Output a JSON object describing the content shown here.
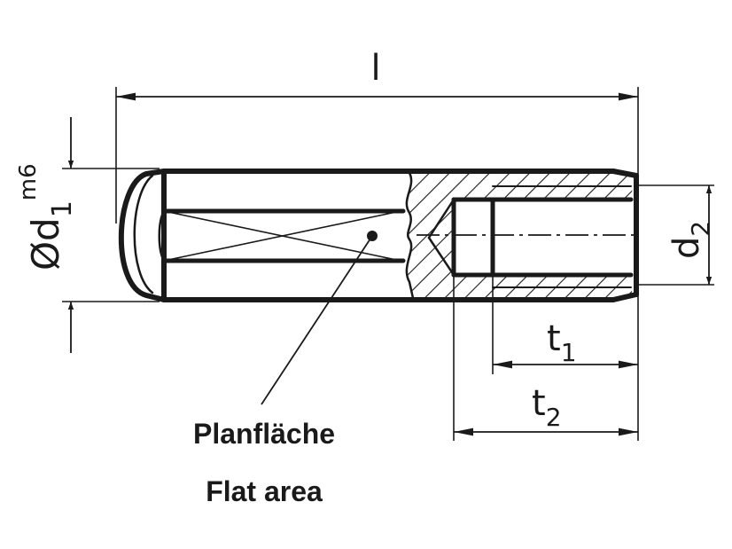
{
  "dimensions": {
    "length": "l",
    "diameter_prefix": "Ød",
    "diameter_sub": "1",
    "diameter_sup": "m6",
    "thread_d": "d",
    "thread_d_sub": "2",
    "t1": "t",
    "t1_sub": "1",
    "t2": "t",
    "t2_sub": "2"
  },
  "notes": {
    "german": "Planfläche",
    "english": "Flat area"
  },
  "colors": {
    "line": "#1a1a1a",
    "background": "#ffffff"
  }
}
